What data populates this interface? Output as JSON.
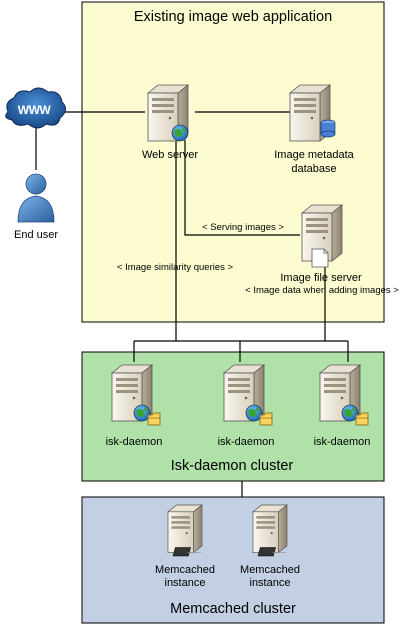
{
  "groups": {
    "app": {
      "title": "Existing image web application",
      "fill": "#fdfcd0"
    },
    "isk": {
      "title": "Isk-daemon cluster",
      "fill": "#b0e1a9"
    },
    "memcached": {
      "title": "Memcached cluster",
      "fill": "#c3cfe2"
    }
  },
  "nodes": {
    "internet": {
      "label": "WWW",
      "icon": "internet-cloud-icon"
    },
    "end_user": {
      "label": "End user",
      "icon": "user-icon"
    },
    "web_server": {
      "label": "Web server",
      "icon": "web-server-icon"
    },
    "metadata_db": {
      "label_line1": "Image metadata",
      "label_line2": "database",
      "icon": "database-server-icon"
    },
    "file_server": {
      "label": "Image file server",
      "icon": "file-server-icon"
    },
    "isk_daemons": [
      {
        "label": "isk-daemon",
        "icon": "isk-daemon-server-icon"
      },
      {
        "label": "isk-daemon",
        "icon": "isk-daemon-server-icon"
      },
      {
        "label": "isk-daemon",
        "icon": "isk-daemon-server-icon"
      }
    ],
    "memcached_instances": [
      {
        "label_line1": "Memcached",
        "label_line2": "instance",
        "icon": "memcached-server-icon"
      },
      {
        "label_line1": "Memcached",
        "label_line2": "instance",
        "icon": "memcached-server-icon"
      }
    ]
  },
  "edges": {
    "serving_images": "< Serving images >",
    "similarity_queries": "< Image similarity queries >",
    "adding_images": "< Image data when adding images >"
  },
  "colors": {
    "line": "#000000",
    "globe": "#2f8a2f",
    "cylinder": "#4a7fd1",
    "user": "#3b78c4"
  }
}
